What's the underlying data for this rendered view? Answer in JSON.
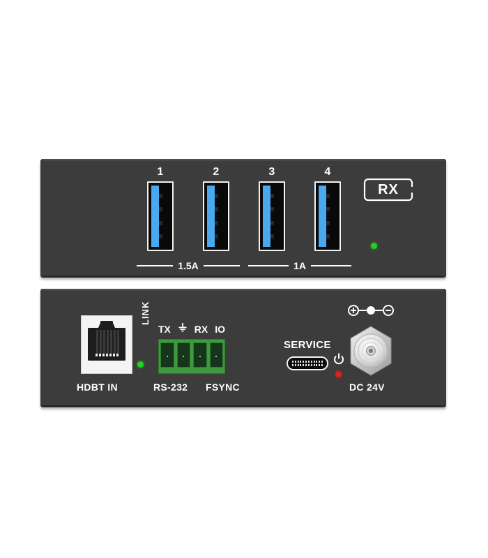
{
  "product": {
    "device_type_badge": "RX",
    "front_panel": {
      "name": "front-panel",
      "usb_ports": [
        {
          "number": "1",
          "icon": "usb-a-port-icon"
        },
        {
          "number": "2",
          "icon": "usb-a-port-icon"
        },
        {
          "number": "3",
          "icon": "usb-a-port-icon"
        },
        {
          "number": "4",
          "icon": "usb-a-port-icon"
        }
      ],
      "power_groups": [
        {
          "label": "1.5A",
          "ports": "1-2"
        },
        {
          "label": "1A",
          "ports": "3-4"
        }
      ],
      "status_led": {
        "name": "power-led",
        "color": "#1fd41f",
        "state": "green"
      }
    },
    "rear_panel": {
      "name": "rear-panel",
      "hdbt": {
        "caption": "HDBT IN",
        "icon": "rj45-jack-icon"
      },
      "link": {
        "label": "LINK",
        "led_color": "#1fd41f"
      },
      "terminal_block": {
        "pin_labels": [
          "TX",
          "⏚",
          "RX",
          "IO"
        ],
        "caption_left": "RS-232",
        "caption_right": "FSYNC",
        "housing_color": "#3d9a3d"
      },
      "service": {
        "label": "SERVICE",
        "icon": "usb-c-port-icon"
      },
      "power_indicator": {
        "icon": "power-symbol-icon",
        "led_color": "#e02020"
      },
      "dc_input": {
        "caption": "DC 24V",
        "polarity_icon": "center-positive-polarity-icon",
        "jack_icon": "dc-barrel-jack-icon"
      }
    }
  }
}
